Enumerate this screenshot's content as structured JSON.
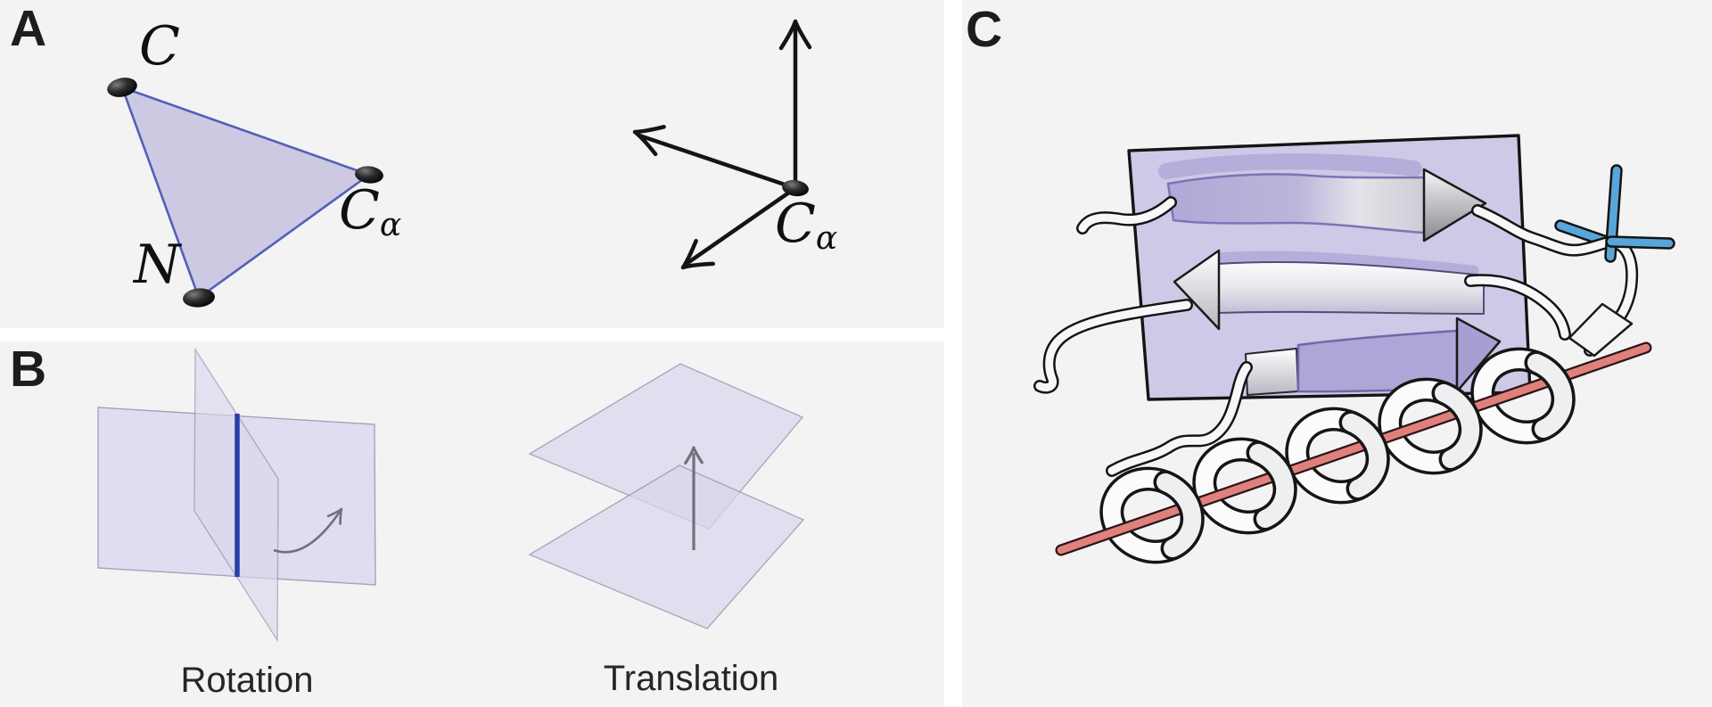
{
  "figure": {
    "panel_a": {
      "label": "A",
      "triangle_vertex_c": "C",
      "triangle_vertex_n": "N",
      "triangle_ca_main": "C",
      "triangle_ca_sub": "α",
      "frame_ca_main": "C",
      "frame_ca_sub": "α"
    },
    "panel_b": {
      "label": "B",
      "rotation_caption": "Rotation",
      "translation_caption": "Translation"
    },
    "panel_c": {
      "label": "C"
    }
  },
  "colors": {
    "background": "#f3f3f4",
    "divider": "#ffffff",
    "triangle_fill": "#cbc7e3",
    "plane_edge_blue": "#4a5ab4",
    "lavender_plane_soft": "#dad7ee",
    "sheet_plane_lavender": "#cdc9e6",
    "strand_purple": "#aea6d6",
    "rotation_axis_blue": "#2b3cab",
    "arrow_gray": "#72707a",
    "helix_rod_red": "#e0807c",
    "side_chain_blue": "#58a5da",
    "ink": "#141414"
  }
}
